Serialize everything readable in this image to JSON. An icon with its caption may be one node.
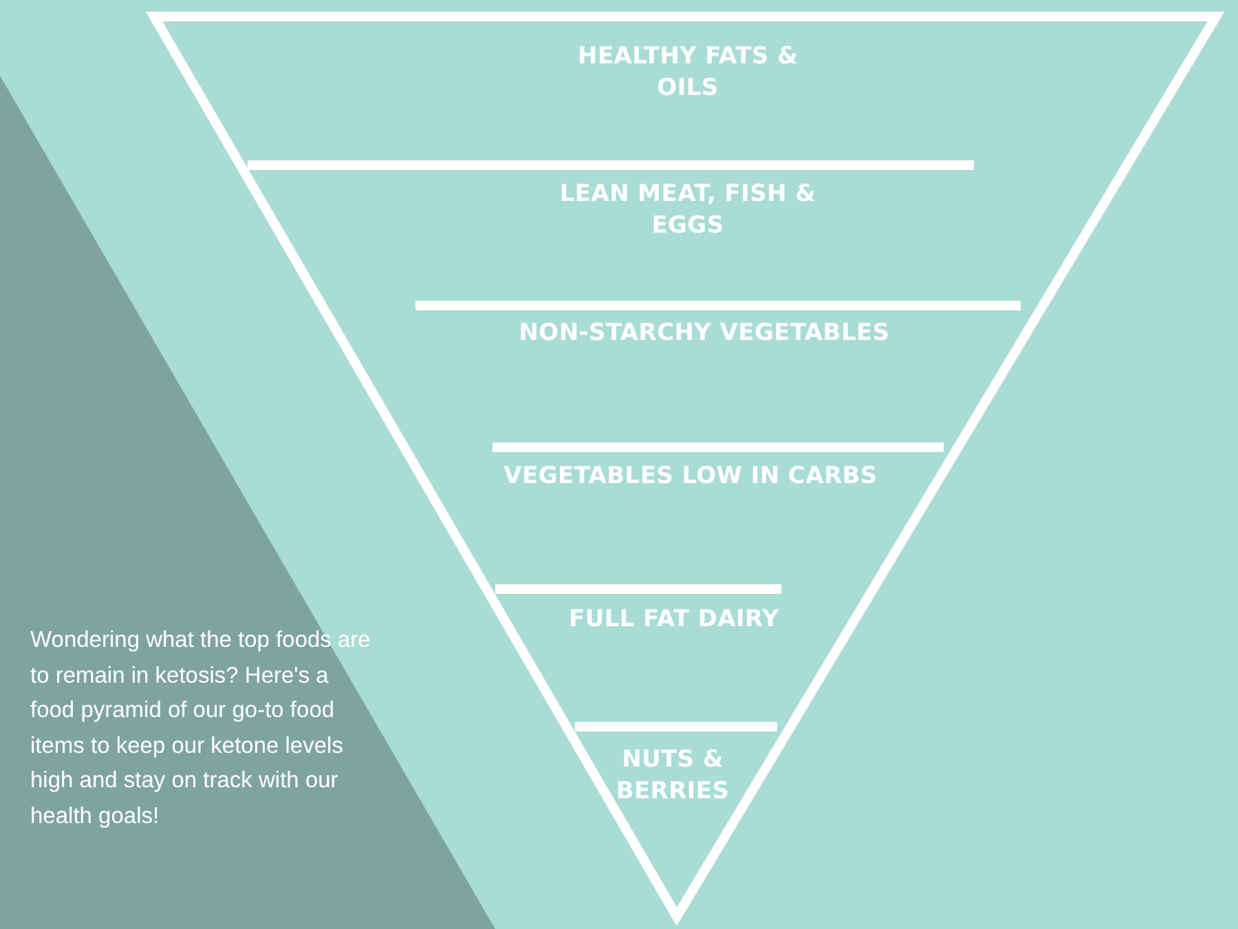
{
  "diagram": {
    "nodes": [
      {
        "text": [
          "HEALTHY FATS & OILS"
        ]
      },
      {
        "text": [
          "LEAN MEAT, FISH & EGGS"
        ]
      },
      {
        "text": [
          "NON-STARCHY VEGETABLES"
        ]
      },
      {
        "text": [
          "VEGETABLES LOW IN CARBS"
        ]
      },
      {
        "text": [
          "FULL FAT DAIRY"
        ]
      },
      {
        "text": [
          "NUTS & BERRIES"
        ]
      }
    ],
    "labels": [
      "Wondering what the top foods are to remain in ketosis? Here's a food pyramid of our go-to food items to keep our ketone levels high and stay on track with our health goals!"
    ]
  }
}
